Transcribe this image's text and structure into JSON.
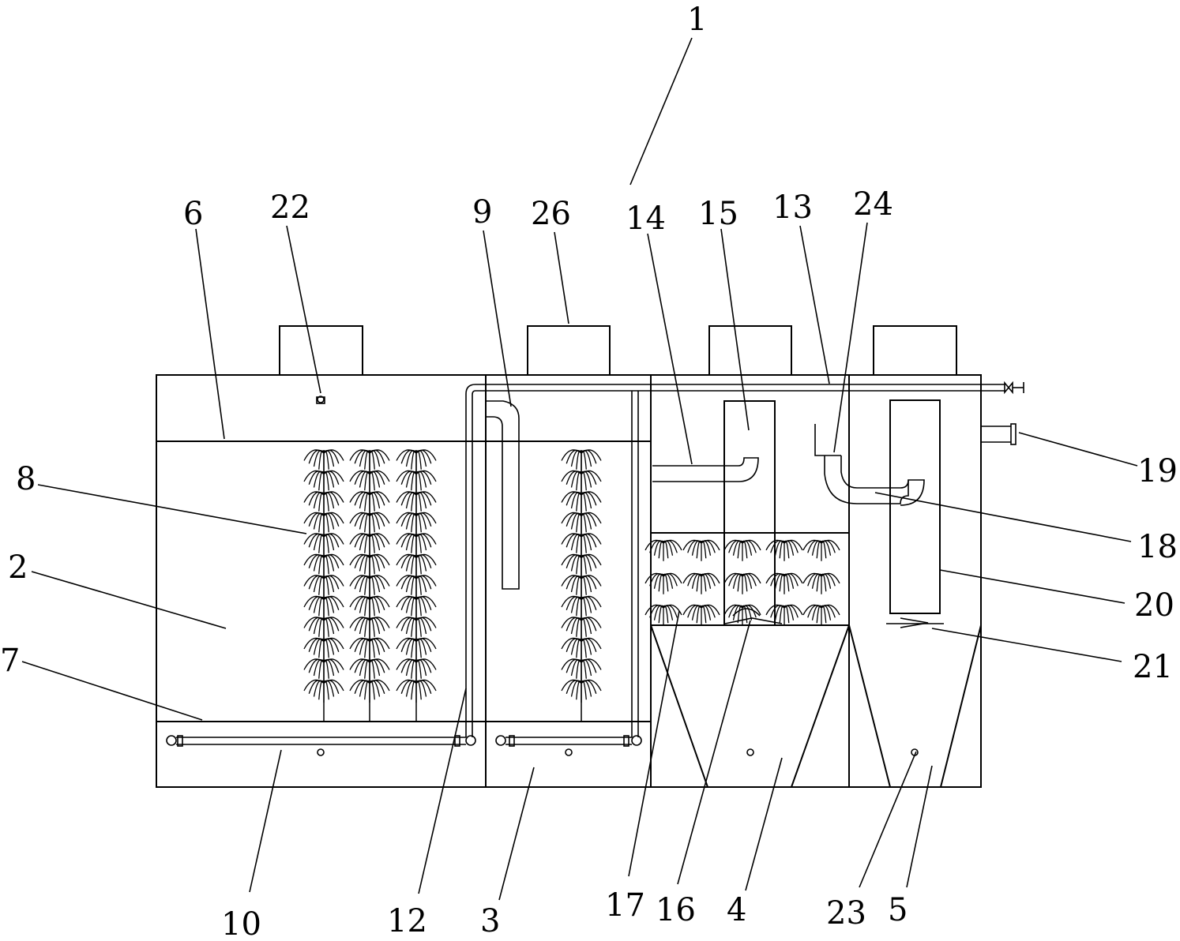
{
  "labels": {
    "l1": "1",
    "l2": "2",
    "l3": "3",
    "l4": "4",
    "l5": "5",
    "l6": "6",
    "l7": "7",
    "l8": "8",
    "l9": "9",
    "l10": "10",
    "l12": "12",
    "l13": "13",
    "l14": "14",
    "l15": "15",
    "l16": "16",
    "l17": "17",
    "l18": "18",
    "l19": "19",
    "l20": "20",
    "l21": "21",
    "l22": "22",
    "l23": "23",
    "l24": "24",
    "l26": "26"
  },
  "colors": {
    "stroke": "#000000",
    "background": "#ffffff"
  }
}
